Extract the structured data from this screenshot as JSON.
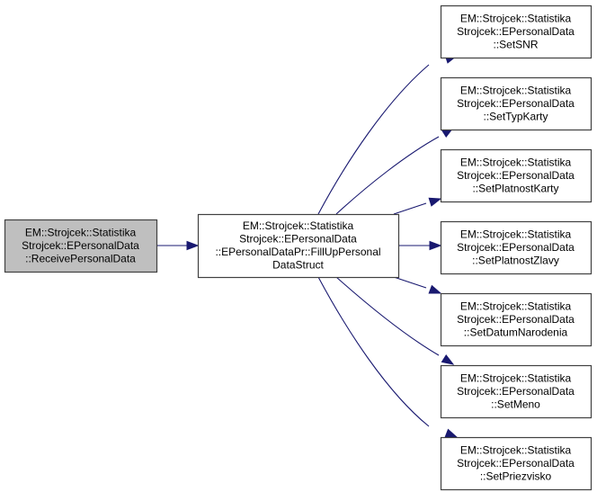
{
  "graph": {
    "type": "call-graph",
    "colors": {
      "edge": "#191970",
      "root_fill": "#bfbfbf",
      "node_fill": "#ffffff",
      "node_border": "#404040"
    },
    "nodes": [
      {
        "id": "receive",
        "role": "root",
        "lines": [
          "EM::Strojcek::Statistika",
          "Strojcek::EPersonalData",
          "::ReceivePersonalData"
        ]
      },
      {
        "id": "fillup",
        "role": "caller",
        "lines": [
          "EM::Strojcek::Statistika",
          "Strojcek::EPersonalData",
          "::EPersonalDataPr::FillUpPersonal",
          "DataStruct"
        ]
      },
      {
        "id": "setsnr",
        "role": "callee",
        "lines": [
          "EM::Strojcek::Statistika",
          "Strojcek::EPersonalData",
          "::SetSNR"
        ]
      },
      {
        "id": "settypkarty",
        "role": "callee",
        "lines": [
          "EM::Strojcek::Statistika",
          "Strojcek::EPersonalData",
          "::SetTypKarty"
        ]
      },
      {
        "id": "setplatnostkarty",
        "role": "callee",
        "lines": [
          "EM::Strojcek::Statistika",
          "Strojcek::EPersonalData",
          "::SetPlatnostKarty"
        ]
      },
      {
        "id": "setplatnostzlavy",
        "role": "callee",
        "lines": [
          "EM::Strojcek::Statistika",
          "Strojcek::EPersonalData",
          "::SetPlatnostZlavy"
        ]
      },
      {
        "id": "setdatumnarodenia",
        "role": "callee",
        "lines": [
          "EM::Strojcek::Statistika",
          "Strojcek::EPersonalData",
          "::SetDatumNarodenia"
        ]
      },
      {
        "id": "setmeno",
        "role": "callee",
        "lines": [
          "EM::Strojcek::Statistika",
          "Strojcek::EPersonalData",
          "::SetMeno"
        ]
      },
      {
        "id": "setpriezvisko",
        "role": "callee",
        "lines": [
          "EM::Strojcek::Statistika",
          "Strojcek::EPersonalData",
          "::SetPriezvisko"
        ]
      }
    ],
    "edges": [
      {
        "from": "receive",
        "to": "fillup"
      },
      {
        "from": "fillup",
        "to": "setsnr"
      },
      {
        "from": "fillup",
        "to": "settypkarty"
      },
      {
        "from": "fillup",
        "to": "setplatnostkarty"
      },
      {
        "from": "fillup",
        "to": "setplatnostzlavy"
      },
      {
        "from": "fillup",
        "to": "setdatumnarodenia"
      },
      {
        "from": "fillup",
        "to": "setmeno"
      },
      {
        "from": "fillup",
        "to": "setpriezvisko"
      }
    ]
  }
}
